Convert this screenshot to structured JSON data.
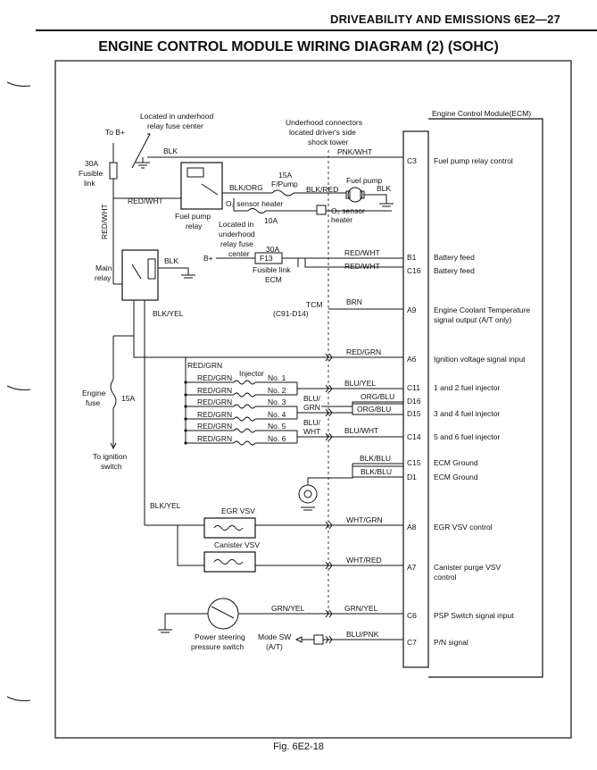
{
  "header": "DRIVEABILITY AND EMISSIONS 6E2—27",
  "title": "ENGINE CONTROL MODULE WIRING DIAGRAM (2) (SOHC)",
  "caption": "Fig. 6E2-18",
  "ecm_title": "Engine Control Module(ECM)",
  "top_labels": {
    "located_underhood_1": "Located in underhood",
    "located_underhood_2": "relay fuse center",
    "to_b_plus": "To B+",
    "underhood_conn_1": "Underhood connectors",
    "underhood_conn_2": "located driver's side",
    "underhood_conn_3": "shock tower",
    "fusible_30a_1": "30A",
    "fusible_30a_2": "Fusible",
    "fusible_30a_3": "link",
    "blk_top": "BLK",
    "pnk_wht": "PNK/WHT",
    "fuse_15a": "15A",
    "fuse_fpump": "F/Pump",
    "blk_org": "BLK/ORG",
    "blk_red": "BLK/RED",
    "fuel_pump_1": "Fuel pump",
    "blk_pump": "BLK",
    "red_wht_1": "RED/WHT",
    "red_wht_vert": "RED/WHT",
    "o2_heater": "O₂ sensor heater",
    "o2_sensor_1": "O₂ sensor",
    "o2_sensor_2": "heater",
    "fp_relay_1": "Fuel pump",
    "fp_relay_2": "relay",
    "loc_in_1": "Located in",
    "loc_in_2": "underhood",
    "loc_in_3": "relay fuse",
    "loc_in_4": "center",
    "fuse_10a": "10A",
    "b_plus": "B+",
    "f13_30a": "30A",
    "f13": "F13",
    "fusible_ecm_1": "Fusible link",
    "fusible_ecm_2": "ECM",
    "red_wht_b1": "RED/WHT",
    "red_wht_c16": "RED/WHT",
    "main_relay_1": "Main",
    "main_relay_2": "relay",
    "blk_main": "BLK",
    "blk_yel_1": "BLK/YEL",
    "tcm_1": "TCM",
    "tcm_2": "(C91-D14)",
    "brn": "BRN",
    "red_grn_a6": "RED/GRN",
    "red_grn_inj": "RED/GRN",
    "injector": "Injector",
    "engine_fuse_1": "Engine",
    "engine_fuse_2": "fuse",
    "fuse_15a_eng": "15A",
    "to_ign_1": "To ignition",
    "to_ign_2": "switch",
    "blu_yel": "BLU/YEL",
    "blu_grn_1": "BLU/",
    "blu_grn_2": "GRN",
    "blu_wht_1": "BLU/",
    "blu_wht_2": "WHT",
    "org_blu_d16": "ORG/BLU",
    "org_blu_d15": "ORG/BLU",
    "blu_wht_c14": "BLU/WHT",
    "blk_blu_c15": "BLK/BLU",
    "blk_blu_d1": "BLK/BLU",
    "blk_yel_2": "BLK/YEL",
    "egr_vsv": "EGR VSV",
    "wht_grn": "WHT/GRN",
    "canister_vsv": "Canister VSV",
    "wht_red": "WHT/RED",
    "grn_yel_1": "GRN/YEL",
    "grn_yel_2": "GRN/YEL",
    "ps_switch_1": "Power steering",
    "ps_switch_2": "pressure switch",
    "mode_sw_1": "Mode SW",
    "mode_sw_2": "(A/T)",
    "blu_pnk": "BLU/PNK"
  },
  "injectors": [
    {
      "wire": "RED/GRN",
      "label": "No. 1"
    },
    {
      "wire": "RED/GRN",
      "label": "No. 2"
    },
    {
      "wire": "RED/GRN",
      "label": "No. 3"
    },
    {
      "wire": "RED/GRN",
      "label": "No. 4"
    },
    {
      "wire": "RED/GRN",
      "label": "No. 5"
    },
    {
      "wire": "RED/GRN",
      "label": "No. 6"
    }
  ],
  "pins": [
    {
      "pin": "C3",
      "desc": [
        "Fuel pump relay control"
      ]
    },
    {
      "pin": "B1",
      "desc": [
        "Battery feed"
      ]
    },
    {
      "pin": "C16",
      "desc": [
        "Battery feed"
      ]
    },
    {
      "pin": "A9",
      "desc": [
        "Engine Coolant Temperature",
        "signal output (A/T only)"
      ]
    },
    {
      "pin": "A6",
      "desc": [
        "Ignition voltage signal input"
      ]
    },
    {
      "pin": "C11",
      "desc": [
        "1 and 2 fuel injector"
      ]
    },
    {
      "pin": "D16",
      "desc": []
    },
    {
      "pin": "D15",
      "desc": [
        "3 and 4 fuel injector"
      ]
    },
    {
      "pin": "C14",
      "desc": [
        "5 and 6 fuel injector"
      ]
    },
    {
      "pin": "C15",
      "desc": [
        "ECM Ground"
      ]
    },
    {
      "pin": "D1",
      "desc": [
        "ECM Ground"
      ]
    },
    {
      "pin": "A8",
      "desc": [
        "EGR VSV control"
      ]
    },
    {
      "pin": "A7",
      "desc": [
        "Canister purge VSV",
        "control"
      ]
    },
    {
      "pin": "C6",
      "desc": [
        "PSP Switch signal input"
      ]
    },
    {
      "pin": "C7",
      "desc": [
        "P/N signal"
      ]
    }
  ]
}
